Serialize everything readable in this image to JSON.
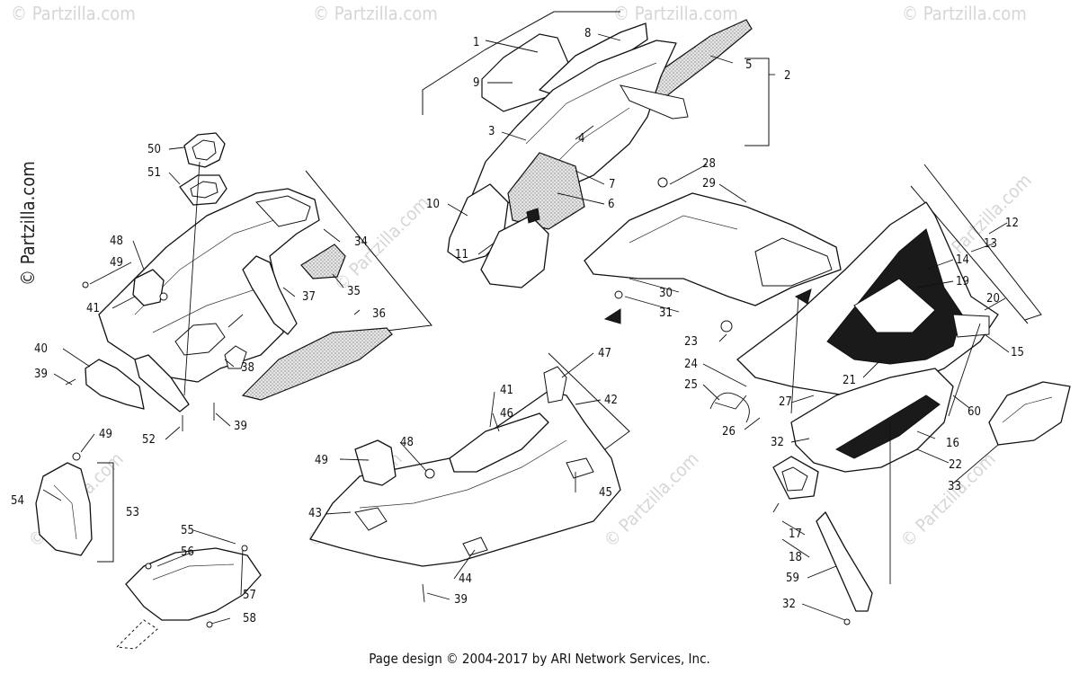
{
  "watermarks": {
    "text": "© Partzilla.com",
    "side_text": "© Partzilla.com"
  },
  "footer": "Page design © 2004-2017 by ARI Network Services, Inc.",
  "callouts": [
    "1",
    "2",
    "3",
    "4",
    "5",
    "6",
    "7",
    "8",
    "9",
    "10",
    "11",
    "12",
    "13",
    "14",
    "15",
    "16",
    "17",
    "18",
    "19",
    "20",
    "21",
    "22",
    "23",
    "24",
    "25",
    "26",
    "27",
    "28",
    "29",
    "30",
    "31",
    "32",
    "32",
    "33",
    "34",
    "35",
    "36",
    "37",
    "38",
    "39",
    "39",
    "39",
    "40",
    "41",
    "41",
    "42",
    "43",
    "44",
    "45",
    "46",
    "47",
    "48",
    "48",
    "49",
    "49",
    "49",
    "50",
    "51",
    "52",
    "53",
    "54",
    "55",
    "56",
    "57",
    "58",
    "59",
    "60"
  ]
}
